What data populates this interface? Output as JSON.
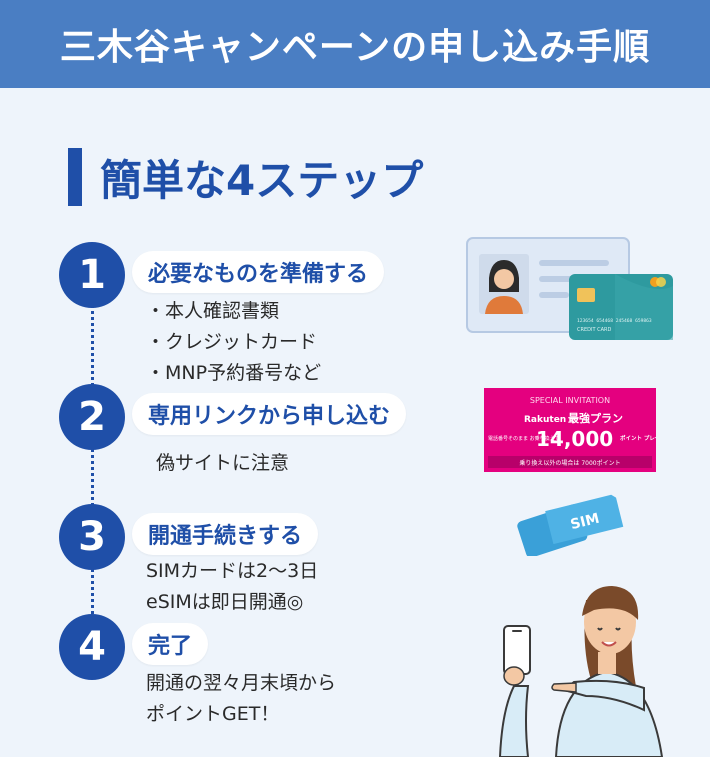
{
  "header": {
    "title": "三木谷キャンペーンの申し込み手順"
  },
  "subtitle": "簡単な4ステップ",
  "steps": [
    {
      "number": "1",
      "title": "必要なものを準備する",
      "items": [
        "本人確認書類",
        "クレジットカード",
        "MNP予約番号など"
      ]
    },
    {
      "number": "2",
      "title": "専用リンクから申し込む",
      "lines": [
        "偽サイトに注意"
      ]
    },
    {
      "number": "3",
      "title": "開通手続きする",
      "lines": [
        "SIMカードは2〜3日",
        "eSIMは即日開通◎"
      ]
    },
    {
      "number": "4",
      "title": "完了",
      "lines": [
        "開通の翌々月末頃から",
        "ポイントGET！"
      ]
    }
  ],
  "card": {
    "text": "CREDIT CARD",
    "number": "123654  654468  245468  659863"
  },
  "banner": {
    "top": "SPECIAL INVITATION",
    "brand": "Rakuten",
    "plan": "最強プラン",
    "note": "電話番号そのまま お乗り換えで",
    "amount": "14,000",
    "unit": "ポイント プレゼント",
    "footer": "乗り換え以外の場合は 7000ポイント"
  },
  "sim": {
    "label": "SIM"
  },
  "colors": {
    "header": "#4a7ec3",
    "accent": "#1f4fa8",
    "background": "#eef4fb",
    "banner": "#e4007f"
  }
}
